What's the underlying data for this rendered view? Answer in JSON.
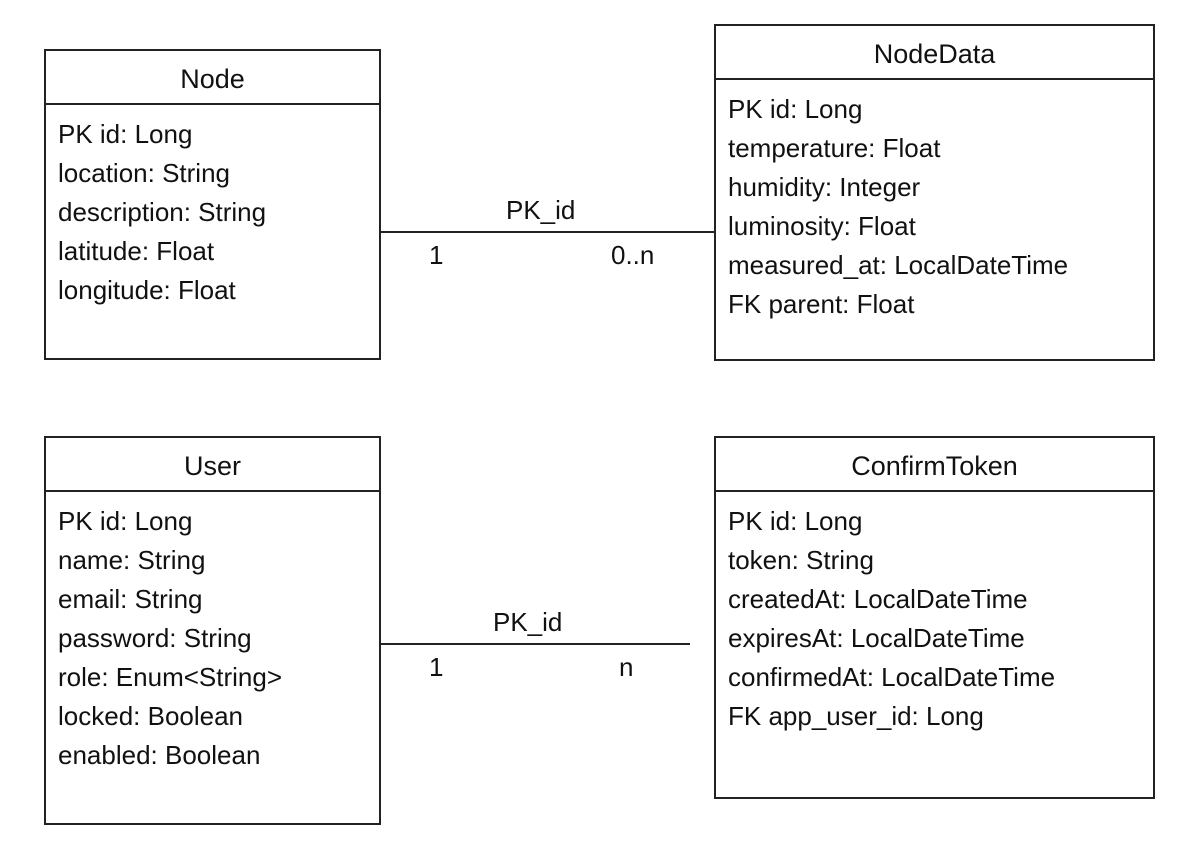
{
  "entities": {
    "node": {
      "title": "Node",
      "attributes": [
        "PK id: Long",
        "location: String",
        "description: String",
        "latitude: Float",
        "longitude: Float"
      ]
    },
    "nodedata": {
      "title": "NodeData",
      "attributes": [
        "PK id: Long",
        "temperature: Float",
        "humidity: Integer",
        "luminosity: Float",
        "measured_at: LocalDateTime",
        "FK parent: Float"
      ]
    },
    "user": {
      "title": "User",
      "attributes": [
        "PK id: Long",
        "name: String",
        "email: String",
        "password: String",
        "role: Enum<String>",
        "locked: Boolean",
        "enabled: Boolean"
      ]
    },
    "confirmtoken": {
      "title": "ConfirmToken",
      "attributes": [
        "PK id: Long",
        "token: String",
        "createdAt: LocalDateTime",
        "expiresAt: LocalDateTime",
        "confirmedAt: LocalDateTime",
        "FK app_user_id: Long"
      ]
    }
  },
  "relations": {
    "node_nodedata": {
      "label": "PK_id",
      "source_cardinality": "1",
      "target_cardinality": "0..n"
    },
    "user_confirmtoken": {
      "label": "PK_id",
      "source_cardinality": "1",
      "target_cardinality": "n"
    }
  }
}
